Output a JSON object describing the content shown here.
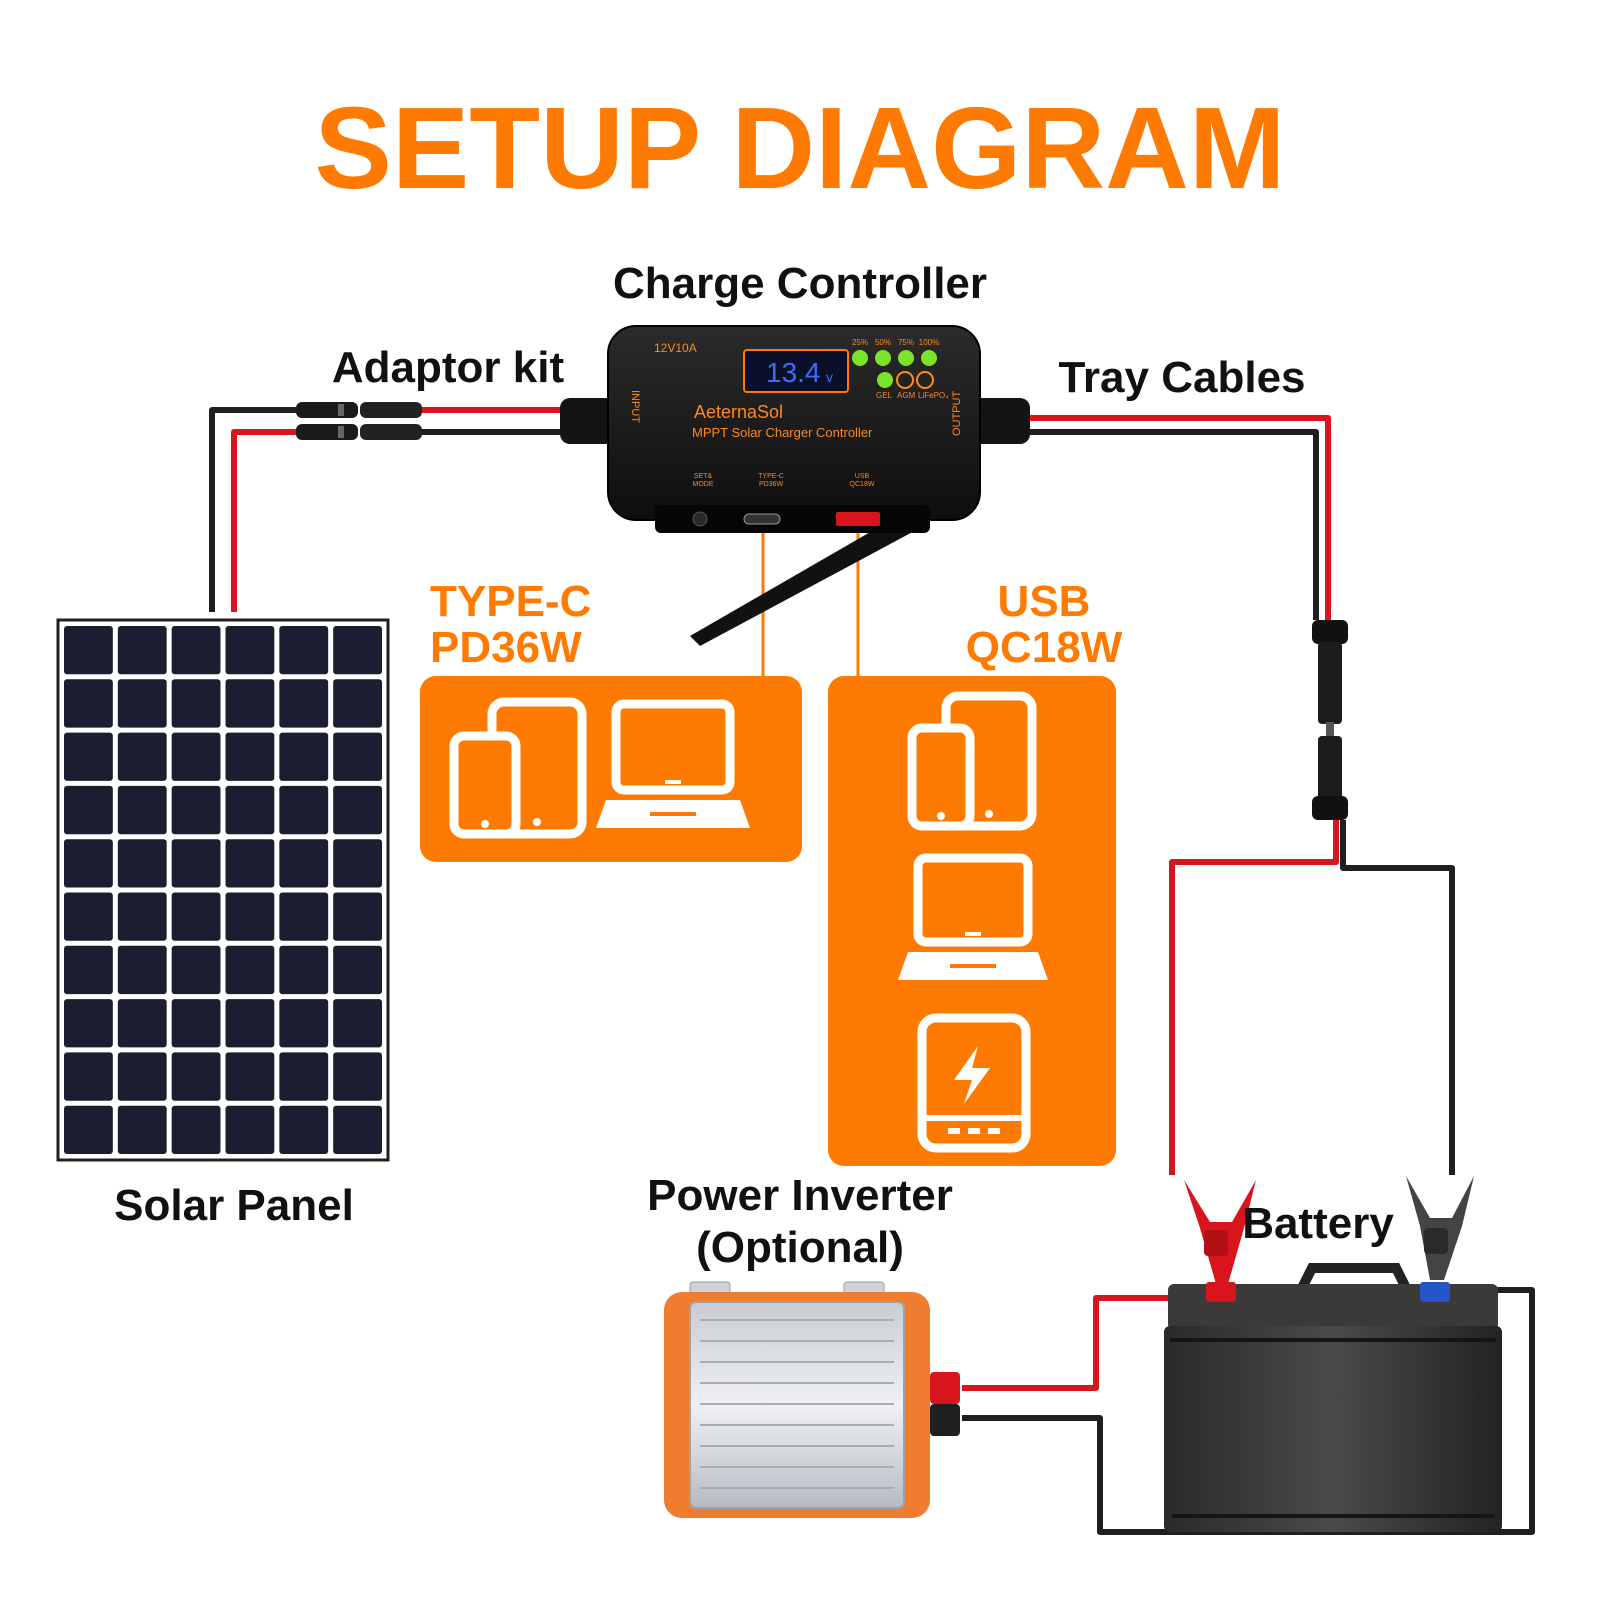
{
  "title": "SETUP DIAGRAM",
  "labels": {
    "charge_controller": "Charge Controller",
    "adaptor_kit": "Adaptor kit",
    "tray_cables": "Tray Cables",
    "solar_panel": "Solar Panel",
    "power_inverter_line1": "Power Inverter",
    "power_inverter_line2": "(Optional)",
    "battery": "Battery"
  },
  "controller": {
    "rating": "12V10A",
    "display_value": "13.4",
    "display_unit": "v",
    "brand": "AeternaSol",
    "model": "MPPT Solar Charger Controller",
    "input_label": "INPUT",
    "output_label": "OUTPUT",
    "level_labels": [
      "25%",
      "50%",
      "75%",
      "100%"
    ],
    "battery_types": [
      "GEL",
      "AGM",
      "LiFePO₄"
    ],
    "ports": {
      "set_line1": "SET&",
      "set_line2": "MODE",
      "typec_line1": "TYPE-C",
      "typec_line2": "PD36W",
      "usb_line1": "USB",
      "usb_line2": "QC18W"
    }
  },
  "outputs": {
    "typec_line1": "TYPE-C",
    "typec_line2": "PD36W",
    "usb_line1": "USB",
    "usb_line2": "QC18W"
  },
  "colors": {
    "accent": "#ff7a00",
    "cable_red": "#d8141c",
    "cable_black": "#1f1f1f",
    "panel_cell": "#1b1d30",
    "display_blue": "#3b6cff",
    "led_green": "#7be42a"
  },
  "icons": {
    "typec_group": [
      "phone-icon",
      "tablet-icon",
      "laptop-icon"
    ],
    "usb_group": [
      "phone-icon",
      "tablet-icon",
      "laptop-icon",
      "power-bank-icon"
    ]
  }
}
